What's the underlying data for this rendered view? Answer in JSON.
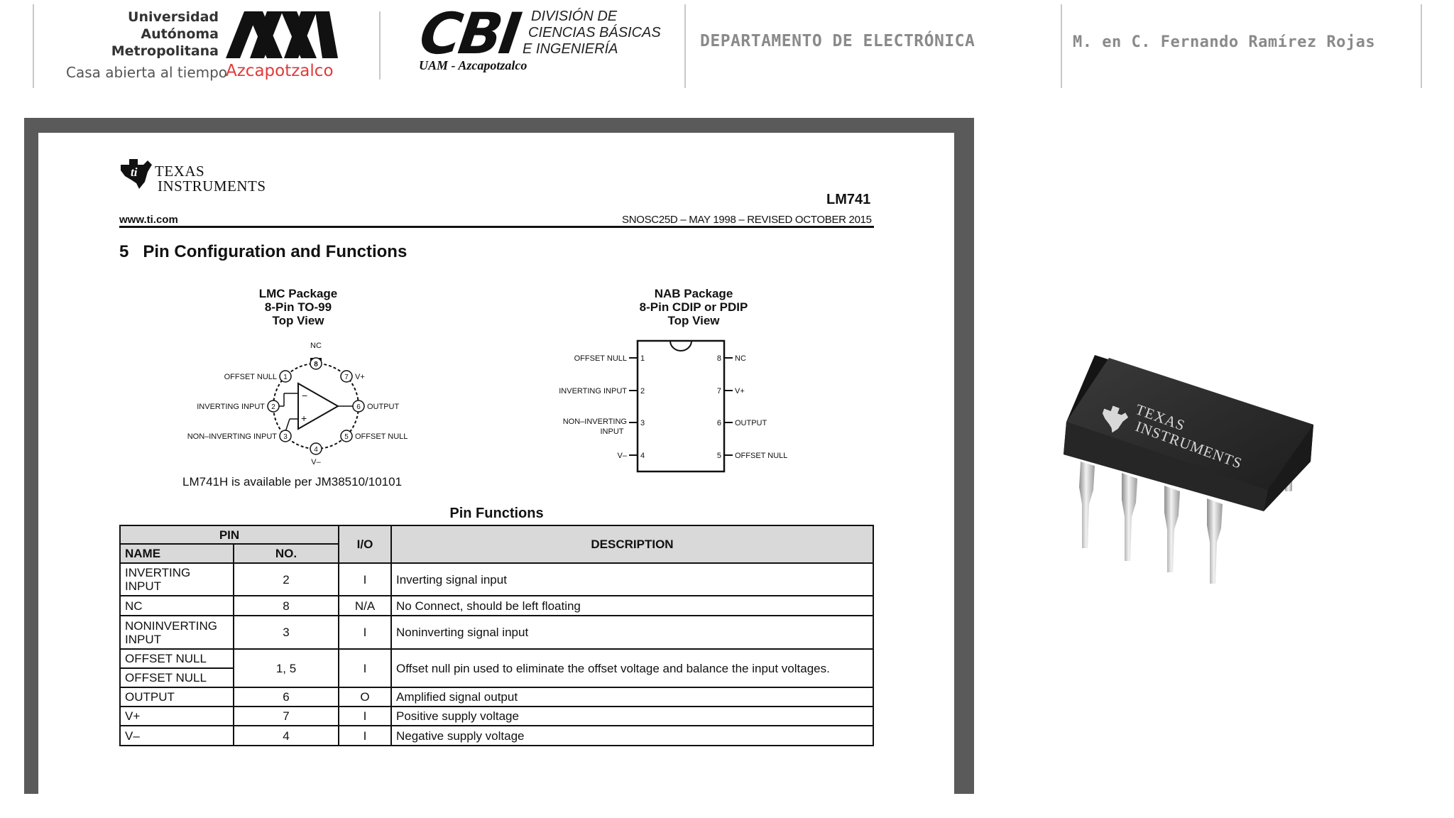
{
  "header": {
    "uam_name_lines": [
      "Universidad",
      "Autónoma",
      "Metropolitana"
    ],
    "uam_tagline": "Casa abierta al tiempo",
    "uam_campus": "Azcapotzalco",
    "cbi_logo": "CBI",
    "cbi_lines": [
      "DIVISIÓN DE",
      "CIENCIAS BÁSICAS",
      "E INGENIERÍA"
    ],
    "cbi_sub": "UAM - Azcapotzalco",
    "department": "DEPARTAMENTO DE ELECTRÓNICA",
    "author": "M. en C. Fernando Ramírez Rojas",
    "colors": {
      "accent_red": "#e03a3a",
      "header_gray": "#8a8a8a"
    }
  },
  "document": {
    "brand_line1": "TEXAS",
    "brand_line2": "INSTRUMENTS",
    "part_number": "LM741",
    "website": "www.ti.com",
    "doc_ref": "SNOSC25D – MAY 1998 – REVISED OCTOBER 2015",
    "section_title": "5   Pin Configuration and Functions",
    "lmc": {
      "title_lines": [
        "LMC Package",
        "8-Pin TO-99",
        "Top View"
      ],
      "labels": {
        "nc": "NC",
        "offset_null_1": "OFFSET NULL",
        "v_plus": "V+",
        "inverting": "INVERTING INPUT",
        "output": "OUTPUT",
        "non_inverting": "NON–INVERTING INPUT",
        "offset_null_5": "OFFSET NULL",
        "v_minus": "V–"
      },
      "pins": [
        "1",
        "2",
        "3",
        "4",
        "5",
        "6",
        "7",
        "8"
      ],
      "note": "LM741H is available per JM38510/10101"
    },
    "nab": {
      "title_lines": [
        "NAB Package",
        "8-Pin CDIP or PDIP",
        "Top View"
      ],
      "left_pins": [
        {
          "label": "OFFSET NULL",
          "num": "1"
        },
        {
          "label": "INVERTING INPUT",
          "num": "2"
        },
        {
          "label": "NON–INVERTING",
          "label2": "INPUT",
          "num": "3"
        },
        {
          "label": "V–",
          "num": "4"
        }
      ],
      "right_pins": [
        {
          "label": "NC",
          "num": "8"
        },
        {
          "label": "V+",
          "num": "7"
        },
        {
          "label": "OUTPUT",
          "num": "6"
        },
        {
          "label": "OFFSET NULL",
          "num": "5"
        }
      ]
    },
    "pin_functions": {
      "title": "Pin Functions",
      "header_pin": "PIN",
      "header_name": "NAME",
      "header_no": "NO.",
      "header_io": "I/O",
      "header_desc": "DESCRIPTION",
      "rows": [
        {
          "name": "INVERTING INPUT",
          "no": "2",
          "io": "I",
          "desc": "Inverting signal input"
        },
        {
          "name": "NC",
          "no": "8",
          "io": "N/A",
          "desc": "No Connect, should be left floating"
        },
        {
          "name": "NONINVERTING INPUT",
          "no": "3",
          "io": "I",
          "desc": "Noninverting signal input"
        },
        {
          "name": "OFFSET NULL",
          "no": "1, 5",
          "io": "I",
          "desc": "Offset null pin used to eliminate the offset voltage and balance the input voltages."
        },
        {
          "name": "OFFSET NULL"
        },
        {
          "name": "OUTPUT",
          "no": "6",
          "io": "O",
          "desc": "Amplified signal output"
        },
        {
          "name": "V+",
          "no": "7",
          "io": "I",
          "desc": "Positive supply voltage"
        },
        {
          "name": "V–",
          "no": "4",
          "io": "I",
          "desc": "Negative supply voltage"
        }
      ]
    }
  },
  "chip_photo": {
    "brand_line1": "TEXAS",
    "brand_line2": "INSTRUMENTS"
  }
}
